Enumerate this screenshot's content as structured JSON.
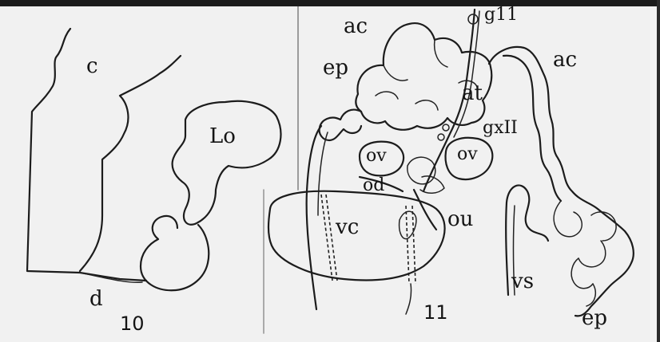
{
  "figure_10": {
    "number": "10",
    "labels": {
      "c": "c",
      "lo": "Lo",
      "d": "d"
    }
  },
  "figure_11": {
    "number": "11",
    "labels": {
      "ac_top": "ac",
      "ac_right": "ac",
      "ep_left": "ep",
      "ep_bottom": "ep",
      "g11": "g11",
      "at": "at",
      "gxii": "gxII",
      "ov_left": "ov",
      "ov_right": "ov",
      "od": "od",
      "vc": "vc",
      "ou": "ou",
      "vs": "vs"
    }
  }
}
